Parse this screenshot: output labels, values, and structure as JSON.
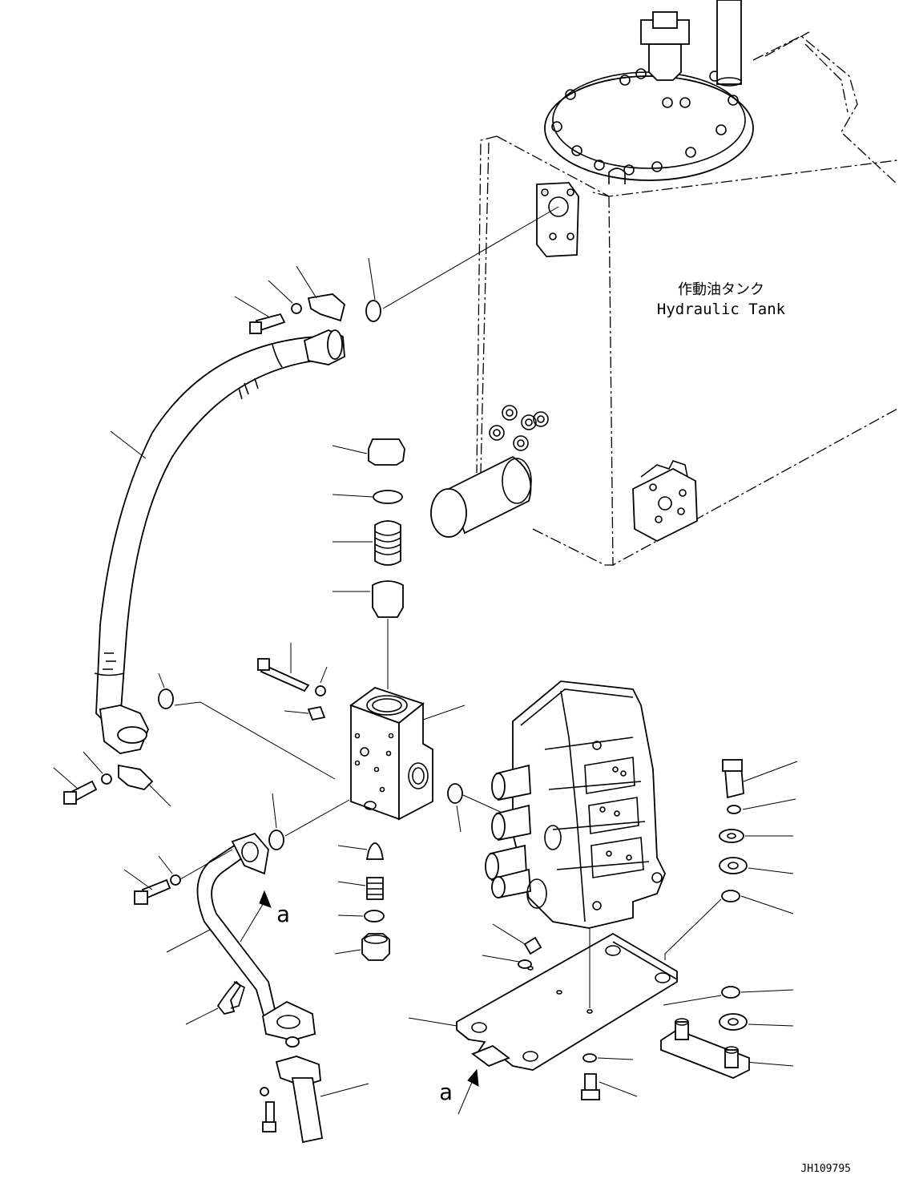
{
  "tank_label": {
    "japanese": "作動油タンク",
    "english": "Hydraulic Tank"
  },
  "view_markers": {
    "upper": "a",
    "lower": "a"
  },
  "drawing_code": "JH109795"
}
